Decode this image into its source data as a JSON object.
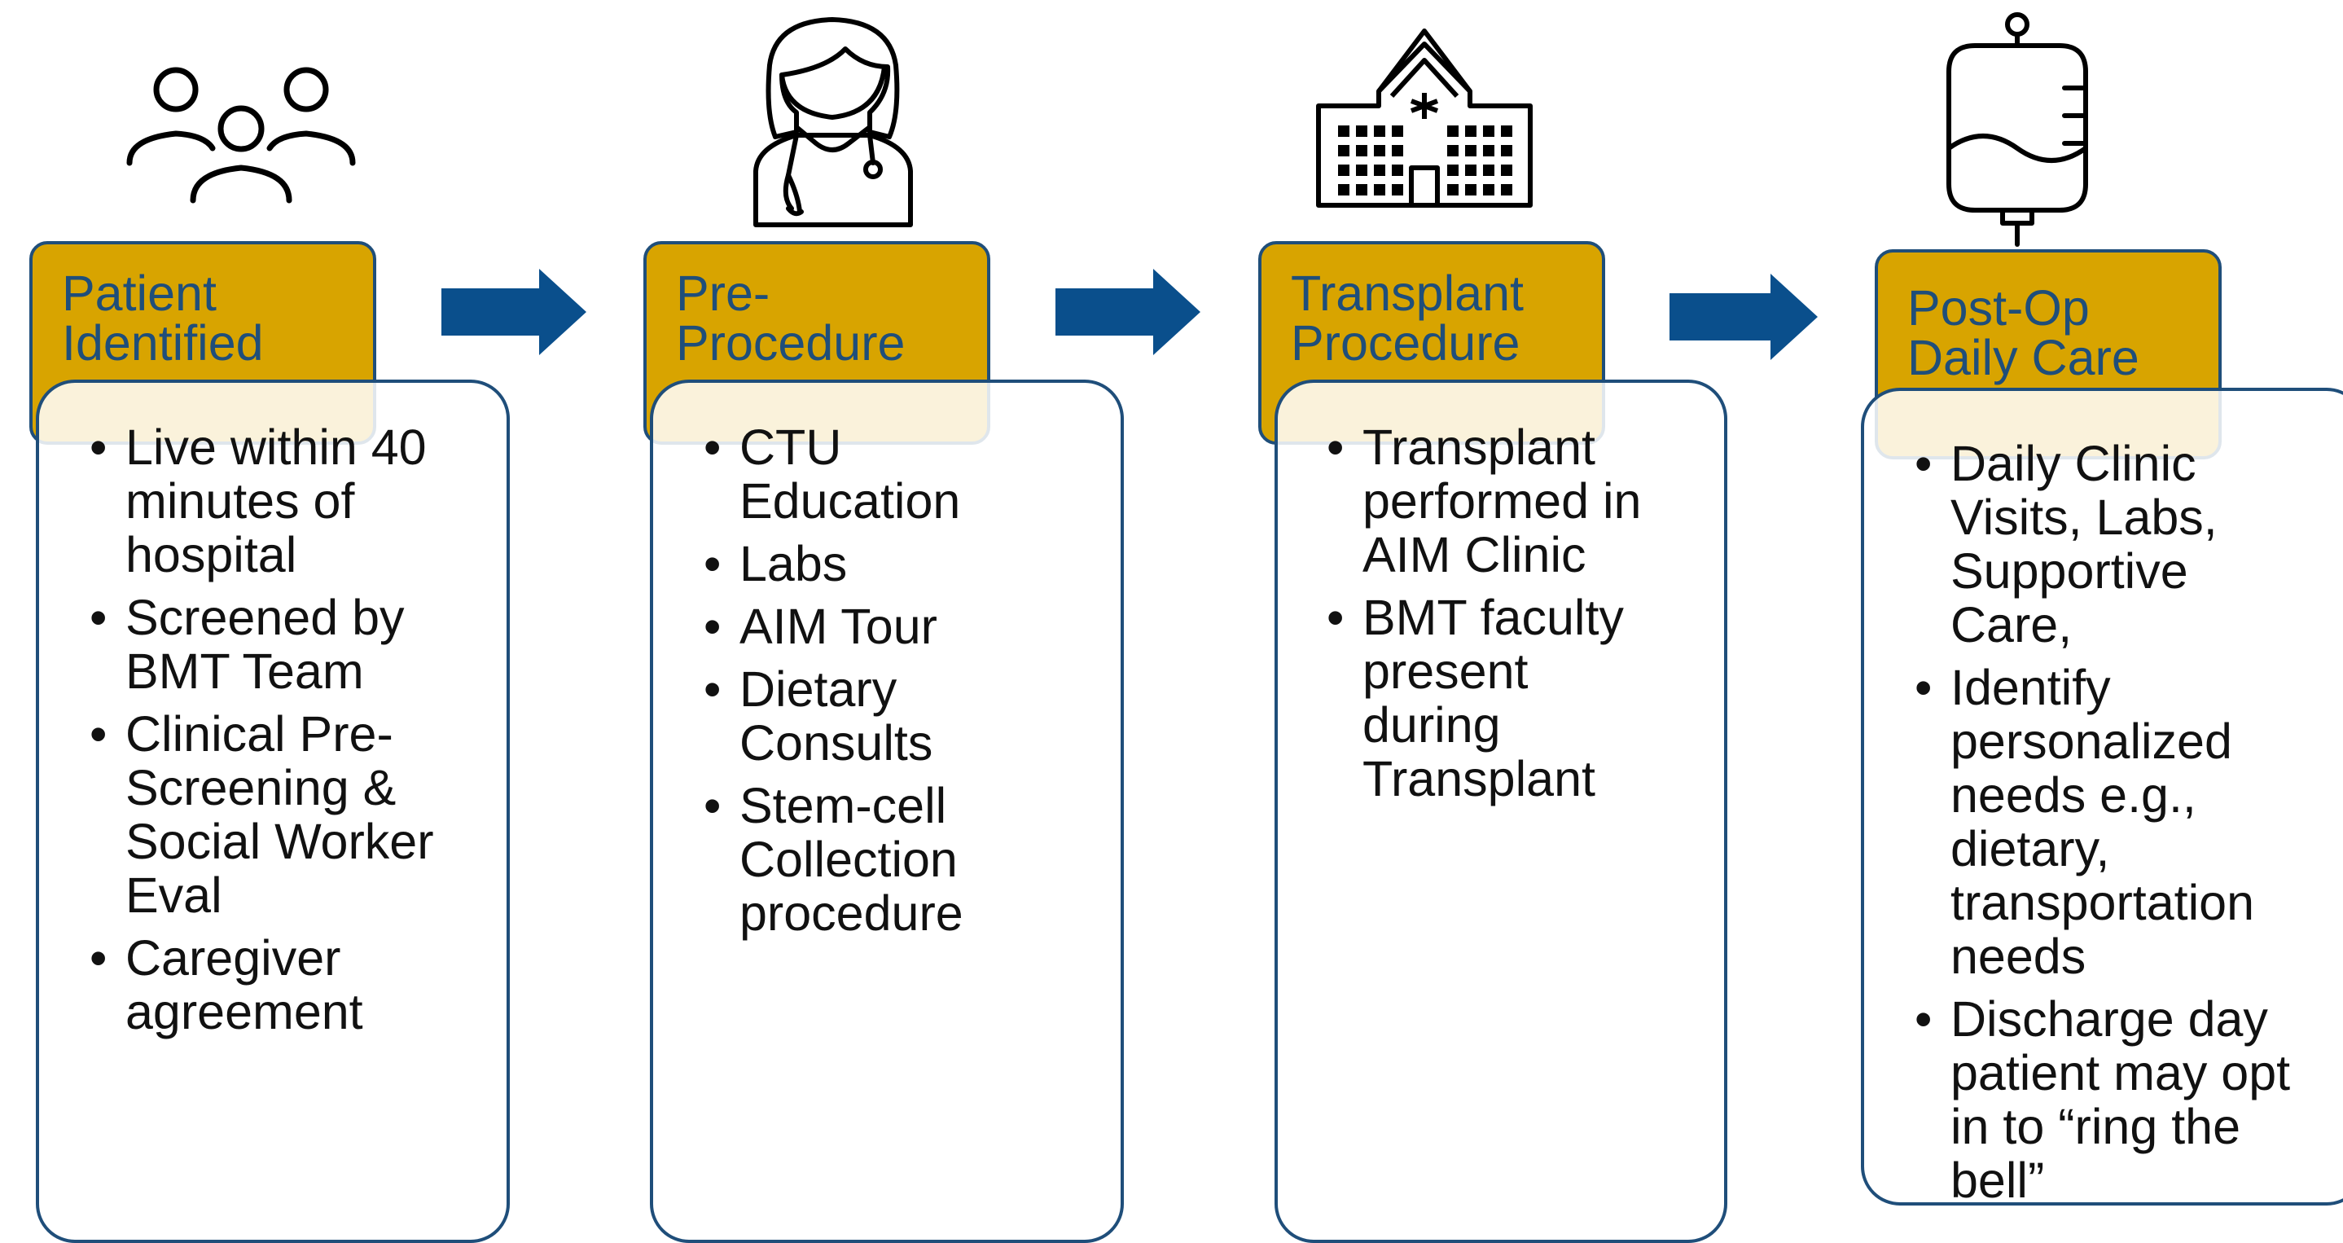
{
  "colors": {
    "accent": "#d8a400",
    "navy": "#1f4e7a",
    "arrow": "#0a4f8c",
    "text": "#111111"
  },
  "stages": [
    {
      "icon": "people-group-icon",
      "title_lines": [
        "Patient",
        "Identified"
      ],
      "bullets": [
        {
          "lines": [
            "Live within 40",
            "minutes of",
            "hospital"
          ]
        },
        {
          "lines": [
            "Screened by",
            "BMT Team"
          ]
        },
        {
          "lines": [
            "Clinical Pre-",
            "Screening &",
            "Social Worker",
            "Eval"
          ]
        },
        {
          "lines": [
            "Caregiver",
            "agreement"
          ]
        }
      ]
    },
    {
      "icon": "doctor-icon",
      "title_lines": [
        "Pre-",
        "Procedure"
      ],
      "bullets": [
        {
          "lines": [
            "CTU",
            "Education"
          ]
        },
        {
          "lines": [
            "Labs"
          ]
        },
        {
          "lines": [
            "AIM Tour"
          ]
        },
        {
          "lines": [
            "Dietary",
            "Consults"
          ]
        },
        {
          "lines": [
            "Stem-cell",
            "Collection",
            "procedure"
          ]
        }
      ]
    },
    {
      "icon": "hospital-icon",
      "title_lines": [
        "Transplant",
        "Procedure"
      ],
      "bullets": [
        {
          "lines": [
            "Transplant",
            "performed in",
            "AIM Clinic"
          ]
        },
        {
          "lines": [
            "BMT faculty",
            "present",
            "during",
            "Transplant"
          ]
        }
      ]
    },
    {
      "icon": "iv-bag-icon",
      "title_lines": [
        "Post-Op",
        "Daily Care"
      ],
      "bullets": [
        {
          "lines": [
            "Daily Clinic",
            "Visits, Labs,",
            "Supportive",
            "Care,"
          ]
        },
        {
          "lines": [
            "Identify",
            "personalized",
            "needs e.g.,",
            "dietary,",
            "transportation",
            "needs"
          ]
        },
        {
          "lines": [
            "Discharge day",
            "patient may opt",
            "in to “ring the",
            "bell”"
          ]
        }
      ]
    }
  ]
}
